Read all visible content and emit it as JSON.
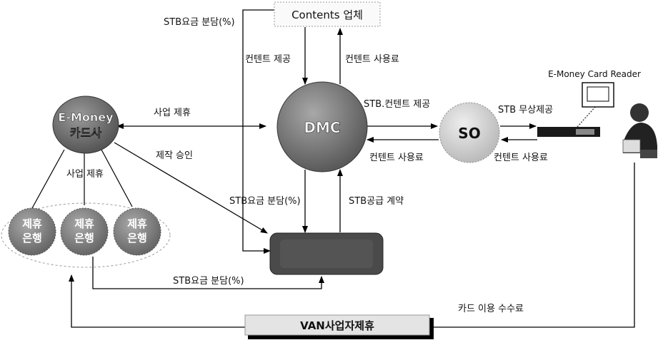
{
  "nodes": {
    "contents": "Contents 업체",
    "emoney_line1": "E-Money",
    "emoney_line2": "카드사",
    "dmc": "DMC",
    "so": "SO",
    "bank_line1": "제휴",
    "bank_line2": "은행",
    "van": "VAN사업자제휴",
    "card_reader": "E-Money Card Reader"
  },
  "edges": {
    "stb_share_top": "STB요금 분담(%)",
    "content_supply": "컨텐트 제공",
    "content_fee_up": "컨텐트 사용료",
    "business_partner": "사업 제휴",
    "stb_content_supply": "STB.컨텐트 제공",
    "stb_free": "STB 무상제공",
    "content_fee_dmc": "컨텐트 사용료",
    "content_fee_so": "컨텐트 사용료",
    "production_approval": "제작 승인",
    "business_partner_banks": "사업 제휴",
    "stb_share_mid": "STB요금 분담(%)",
    "stb_supply_contract": "STB공급 계약",
    "stb_share_bottom": "STB요금 분담(%)",
    "card_fee": "카드 이용 수수료"
  }
}
